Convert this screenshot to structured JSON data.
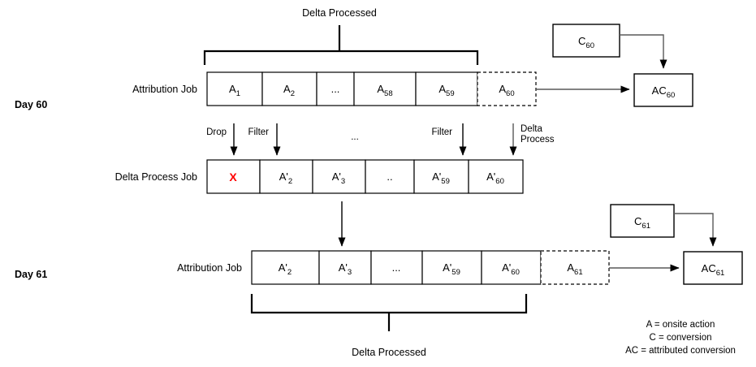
{
  "diagram": {
    "title_labels": {
      "top_bracket_label": "Delta Processed",
      "bottom_bracket_label": "Delta Processed"
    },
    "days": [
      {
        "id": "day-60",
        "label": "Day 60"
      },
      {
        "id": "day-61",
        "label": "Day 61"
      }
    ],
    "rows": [
      {
        "id": "attribution-job-day60",
        "row_label": "Attribution Job",
        "cells": [
          {
            "base": "A",
            "sub": "1",
            "style": "solid"
          },
          {
            "base": "A",
            "sub": "2",
            "style": "solid"
          },
          {
            "base": "...",
            "sub": "",
            "style": "solid"
          },
          {
            "base": "A",
            "sub": "58",
            "style": "solid"
          },
          {
            "base": "A",
            "sub": "59",
            "style": "solid"
          },
          {
            "base": "A",
            "sub": "60",
            "style": "dashed"
          }
        ]
      },
      {
        "id": "delta-process-job",
        "row_label": "Delta Process Job",
        "cells": [
          {
            "base": "X",
            "sub": "",
            "style": "solid",
            "color": "#ff0000"
          },
          {
            "base": "A'",
            "sub": "2",
            "style": "solid"
          },
          {
            "base": "A'",
            "sub": "3",
            "style": "solid"
          },
          {
            "base": "..",
            "sub": "",
            "style": "solid"
          },
          {
            "base": "A'",
            "sub": "59",
            "style": "solid"
          },
          {
            "base": "A'",
            "sub": "60",
            "style": "solid"
          }
        ]
      },
      {
        "id": "attribution-job-day61",
        "row_label": "Attribution Job",
        "cells": [
          {
            "base": "A'",
            "sub": "2",
            "style": "solid"
          },
          {
            "base": "A'",
            "sub": "3",
            "style": "solid"
          },
          {
            "base": "...",
            "sub": "",
            "style": "solid"
          },
          {
            "base": "A'",
            "sub": "59",
            "style": "solid"
          },
          {
            "base": "A'",
            "sub": "60",
            "style": "solid"
          },
          {
            "base": "A",
            "sub": "61",
            "style": "dashed"
          }
        ]
      }
    ],
    "transform_arrows": [
      {
        "id": "drop",
        "label": "Drop",
        "label_lines": [
          "Drop"
        ]
      },
      {
        "id": "filter-1",
        "label": "Filter",
        "label_lines": [
          "Filter"
        ]
      },
      {
        "id": "ellipsis",
        "label": "...",
        "label_lines": [
          "..."
        ]
      },
      {
        "id": "filter-2",
        "label": "Filter",
        "label_lines": [
          "Filter"
        ]
      },
      {
        "id": "delta-process",
        "label": "Delta Process",
        "label_lines": [
          "Delta",
          "Process"
        ]
      }
    ],
    "boxes": [
      {
        "id": "c60",
        "base": "C",
        "sub": "60"
      },
      {
        "id": "ac60",
        "base": "AC",
        "sub": "60"
      },
      {
        "id": "c61",
        "base": "C",
        "sub": "61"
      },
      {
        "id": "ac61",
        "base": "AC",
        "sub": "61"
      }
    ],
    "legend": [
      "A = onsite action",
      "C = conversion",
      "AC = attributed conversion"
    ],
    "colors": {
      "stroke": "#000000",
      "connector": "#595959",
      "drop_mark": "#ff0000",
      "background": "#ffffff"
    }
  }
}
